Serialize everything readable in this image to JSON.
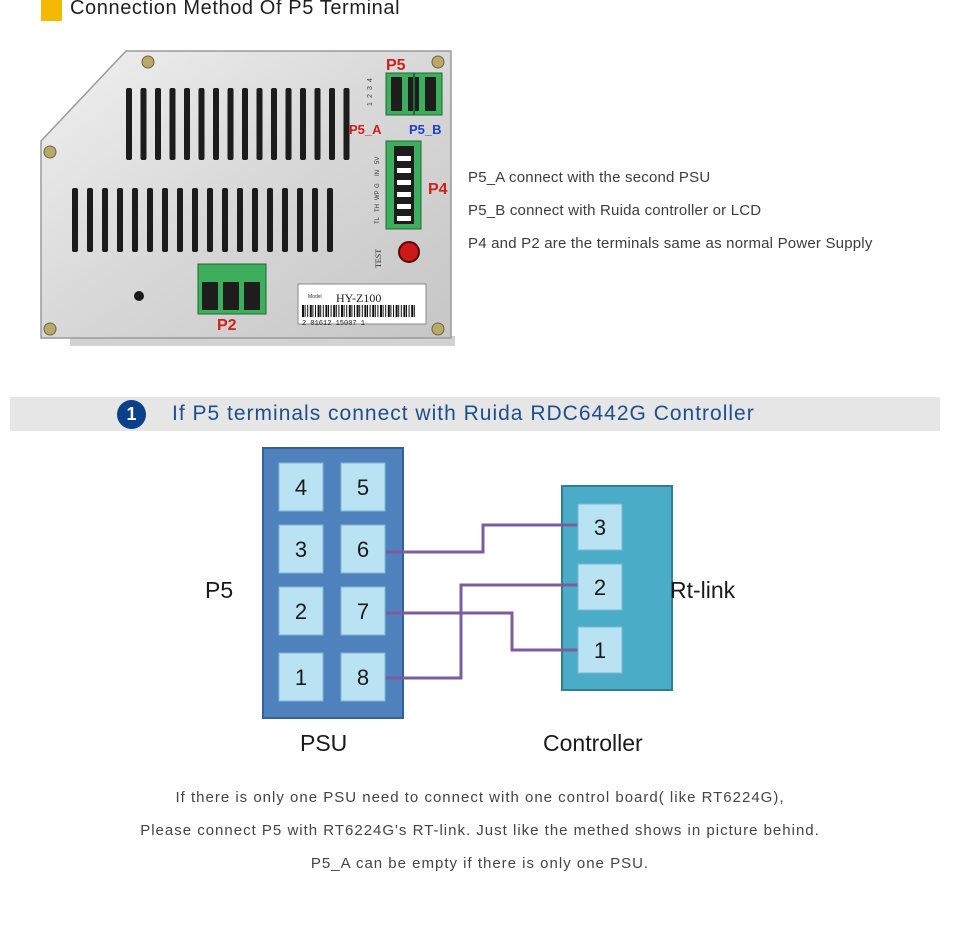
{
  "header": {
    "title": "Connection Method Of P5 Terminal",
    "accent_color": "#f5b800"
  },
  "device": {
    "label_p5": "P5",
    "label_p5a": "P5_A",
    "label_p5b": "P5_B",
    "label_p4": "P4",
    "label_p2": "P2",
    "pin_numbers": [
      "1",
      "2",
      "3",
      "4"
    ],
    "p4_pin_labels": [
      "5V",
      "IN",
      "G",
      "WP",
      "TH",
      "TL"
    ],
    "test_label": "TEST",
    "model_label": "Model",
    "model_name": "HY-Z100",
    "serial_number": "2 01612 15007 1"
  },
  "descriptions": [
    "P5_A connect with the second PSU",
    "P5_B connect with Ruida controller or LCD",
    "P4 and P2 are the terminals same as normal Power Supply"
  ],
  "banner": {
    "number": "1",
    "text": "If P5 terminals connect with Ruida RDC6442G Controller"
  },
  "diagram": {
    "psu_label": "P5",
    "psu_caption": "PSU",
    "psu_pins": [
      "4",
      "5",
      "3",
      "6",
      "2",
      "7",
      "1",
      "8"
    ],
    "controller_label": "Rt-link",
    "controller_caption": "Controller",
    "controller_pins": [
      "3",
      "2",
      "1"
    ],
    "psu_color": "#4f81bd",
    "controller_color": "#4aacc6",
    "wire_color": "#7b5c9e"
  },
  "notes": [
    "If there is only one PSU need to connect with one control board( like RT6224G),",
    "Please connect P5 with RT6224G's RT-link. Just like the methed shows in picture behind.",
    "P5_A can be empty if there is only one PSU."
  ]
}
